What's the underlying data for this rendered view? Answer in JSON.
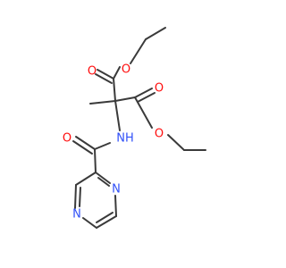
{
  "colors": {
    "bond": "#3a3a3a",
    "oxygen": "#ff0d0d",
    "nitrogen": "#3050f8",
    "background": "#ffffff"
  },
  "atoms": {
    "o_ester1_carbonyl": "O",
    "o_ester1_link": "O",
    "o_ester2_carbonyl": "O",
    "o_ester2_link": "O",
    "o_amide": "O",
    "nh_amide": "NH",
    "n_ring_upper": "N",
    "n_ring_lower": "N"
  }
}
